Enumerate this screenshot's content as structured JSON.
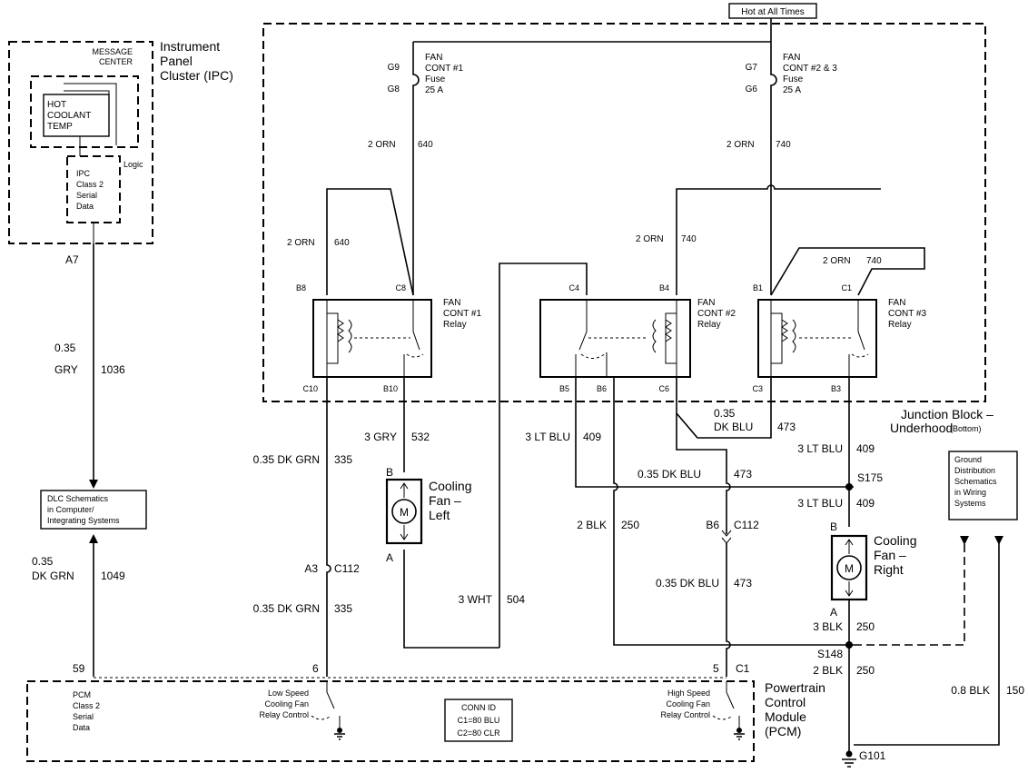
{
  "top_label": "Hot at All Times",
  "ipc": {
    "title_lines": [
      "Instrument",
      "Panel",
      "Cluster (IPC)"
    ],
    "message_center": [
      "MESSAGE",
      "CENTER"
    ],
    "hot_coolant": [
      "HOT",
      "COOLANT",
      "TEMP"
    ],
    "logic": "Logic",
    "serial": [
      "IPC",
      "Class 2",
      "Serial",
      "Data"
    ],
    "pin": "A7"
  },
  "fuses": {
    "f1": {
      "top": "G9",
      "bottom": "G8",
      "name": [
        "FAN",
        "CONT #1",
        "Fuse",
        "25 A"
      ]
    },
    "f2": {
      "top": "G7",
      "bottom": "G6",
      "name": [
        "FAN",
        "CONT #2 & 3",
        "Fuse",
        "25 A"
      ]
    }
  },
  "relays": {
    "r1": {
      "name": [
        "FAN",
        "CONT #1",
        "Relay"
      ],
      "pins": {
        "b8": "B8",
        "c8": "C8",
        "c10": "C10",
        "b10": "B10"
      }
    },
    "r2": {
      "name": [
        "FAN",
        "CONT #2",
        "Relay"
      ],
      "pins": {
        "c4": "C4",
        "b4": "B4",
        "b5": "B5",
        "b6": "B6",
        "c6": "C6"
      }
    },
    "r3": {
      "name": [
        "FAN",
        "CONT #3",
        "Relay"
      ],
      "pins": {
        "b1": "B1",
        "c1": "C1",
        "c3": "C3",
        "b3": "B3"
      }
    }
  },
  "junction_block": {
    "line1": "Junction Block –",
    "line2": "Underhood",
    "sub": "(Bottom)"
  },
  "wires": {
    "w640a": {
      "size": "2 ORN",
      "circ": "640"
    },
    "w640b": {
      "size": "2 ORN",
      "circ": "640"
    },
    "w740a": {
      "size": "2 ORN",
      "circ": "740"
    },
    "w740b": {
      "size": "2 ORN",
      "circ": "740"
    },
    "w740c": {
      "size": "2 ORN",
      "circ": "740"
    },
    "w1036": {
      "size1": "0.35",
      "size2": "GRY",
      "circ": "1036"
    },
    "w1049": {
      "size1": "0.35",
      "size2": "DK GRN",
      "circ": "1049"
    },
    "w335a": {
      "size": "0.35 DK GRN",
      "circ": "335"
    },
    "w335b": {
      "size": "0.35 DK GRN",
      "circ": "335"
    },
    "w532": {
      "size": "3 GRY",
      "circ": "532"
    },
    "w409a": {
      "size": "3 LT BLU",
      "circ": "409"
    },
    "w409b": {
      "size": "3 LT BLU",
      "circ": "409"
    },
    "w409c": {
      "size": "3 LT BLU",
      "circ": "409"
    },
    "w473a": {
      "size1": "0.35",
      "size2": "DK BLU",
      "circ": "473"
    },
    "w473b": {
      "size": "0.35 DK BLU",
      "circ": "473"
    },
    "w473c": {
      "size": "0.35 DK BLU",
      "circ": "473"
    },
    "w250a": {
      "size": "2 BLK",
      "circ": "250"
    },
    "w250b": {
      "size": "3 BLK",
      "circ": "250"
    },
    "w250c": {
      "size": "2 BLK",
      "circ": "250"
    },
    "w504": {
      "size": "3 WHT",
      "circ": "504"
    },
    "w150": {
      "size": "0.8 BLK",
      "circ": "150"
    }
  },
  "fans": {
    "left": {
      "name": [
        "Cooling",
        "Fan –",
        "Left"
      ],
      "top": "B",
      "bottom": "A",
      "motor": "M"
    },
    "right": {
      "name": [
        "Cooling",
        "Fan –",
        "Right"
      ],
      "top": "B",
      "bottom": "A",
      "motor": "M"
    }
  },
  "connectors": {
    "a3": "A3",
    "c112a": "C112",
    "b6": "B6",
    "c112b": "C112",
    "p59": "59",
    "p6": "6",
    "p5": "5",
    "c1": "C1"
  },
  "splices": {
    "s175": "S175",
    "s148": "S148",
    "g101": "G101"
  },
  "dlc": [
    "DLC Schematics",
    "in Computer/",
    "Integrating Systems"
  ],
  "ground_dist": [
    "Ground",
    "Distribution",
    "Schematics",
    "in Wiring",
    "Systems"
  ],
  "pcm": {
    "title": [
      "Powertrain",
      "Control",
      "Module",
      "(PCM)"
    ],
    "serial": [
      "PCM",
      "Class 2",
      "Serial",
      "Data"
    ],
    "low": [
      "Low Speed",
      "Cooling Fan",
      "Relay Control"
    ],
    "high": [
      "High Speed",
      "Cooling Fan",
      "Relay Control"
    ],
    "conn_id": [
      "CONN ID",
      "C1=80 BLU",
      "C2=80 CLR"
    ]
  }
}
